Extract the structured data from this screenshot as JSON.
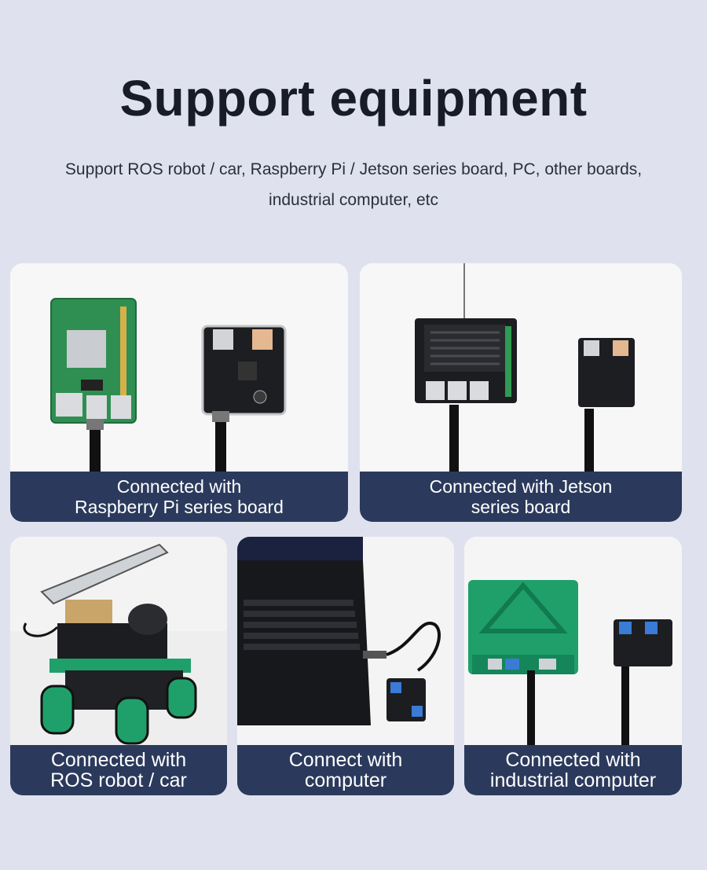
{
  "header": {
    "title": "Support equipment",
    "subtitle_line1": "Support ROS robot / car, Raspberry Pi / Jetson series board, PC, other boards,",
    "subtitle_line2": "industrial computer, etc"
  },
  "cards": [
    {
      "line1": "Connected with",
      "line2": "Raspberry Pi series board"
    },
    {
      "line1": "Connected with Jetson",
      "line2": "series board"
    },
    {
      "line1": "Connected with",
      "line2": "ROS robot / car"
    },
    {
      "line1": "Connect with",
      "line2": "computer"
    },
    {
      "line1": "Connected with",
      "line2": "industrial computer"
    }
  ],
  "colors": {
    "background": "#dfe2ee",
    "caption_bar": "#2b3a5c",
    "board_green": "#2f8f52",
    "case_green": "#1fa06a"
  }
}
